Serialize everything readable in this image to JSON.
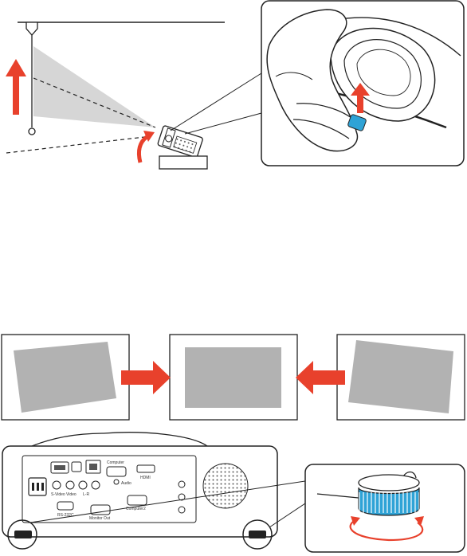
{
  "colors": {
    "arrow": "#e8412c",
    "knob": "#2fa3d6",
    "screen_fill": "#b2b2b2",
    "beam": "#d6d6d6",
    "outline": "#222222"
  },
  "icons": {
    "lift_arrow": "up-arrow-icon",
    "tilt_arrow": "curved-arrow-icon",
    "align_arrows": "right-arrow-icon",
    "rotate_arrows": "rotate-arrows-icon"
  },
  "panel": {
    "ports": {
      "computer": "Computer",
      "audio": "Audio",
      "hdmi": "HDMI",
      "svideo": "S-Video",
      "video": "Video",
      "lr": "L-R",
      "rs232c": "RS-232C",
      "monitor_out": "Monitor Out",
      "computer2": "Computer2"
    }
  }
}
